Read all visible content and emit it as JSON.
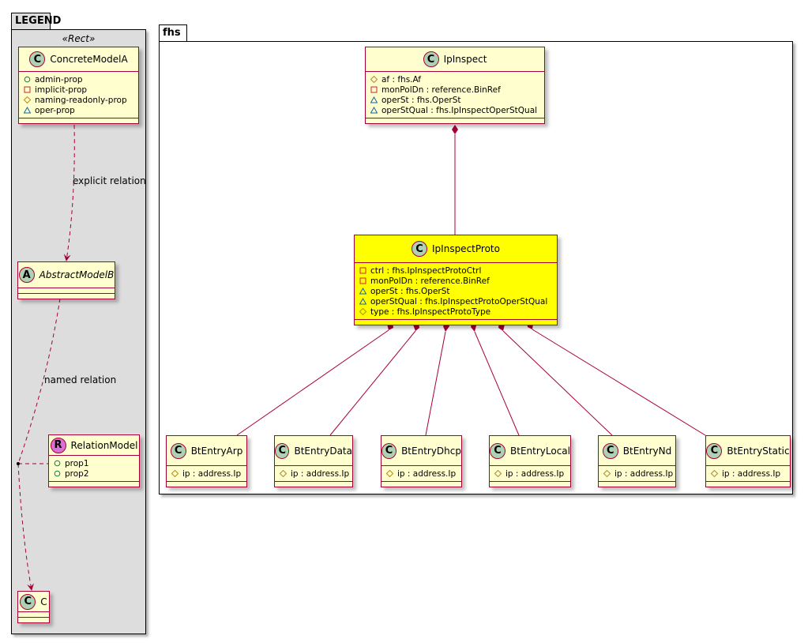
{
  "packages": {
    "legend": {
      "name": "LEGEND",
      "stereotype": "«Rect»"
    },
    "fhs": {
      "name": "fhs"
    }
  },
  "colors": {
    "class_fill": "#FEFECE",
    "highlight_fill": "#FFFF00",
    "border": "#A80036",
    "legend_bg": "#DDDDDD",
    "spot_class": "#ADD1B2",
    "spot_relation": "#DA70D6"
  },
  "visibility_icons": {
    "+": "public-circle-icon",
    "-": "private-square-icon",
    "#": "protected-diamond-icon",
    "~": "package-triangle-icon"
  },
  "classes": [
    {
      "id": "ConcreteModelA",
      "name": "ConcreteModelA",
      "spot": "C",
      "members": [
        {
          "vis": "+",
          "text": "admin-prop"
        },
        {
          "vis": "-",
          "text": "implicit-prop"
        },
        {
          "vis": "#",
          "text": "naming-readonly-prop"
        },
        {
          "vis": "~",
          "text": "oper-prop"
        }
      ]
    },
    {
      "id": "AbstractModelB",
      "name": "AbstractModelB",
      "spot": "A",
      "italic": true,
      "members": []
    },
    {
      "id": "RelationModel",
      "name": "RelationModel",
      "spot": "R",
      "members": [
        {
          "vis": "+",
          "text": "prop1"
        },
        {
          "vis": "+",
          "text": "prop2"
        }
      ]
    },
    {
      "id": "C",
      "name": "C",
      "spot": "C",
      "members": []
    },
    {
      "id": "IpInspect",
      "name": "IpInspect",
      "spot": "C",
      "members": [
        {
          "vis": "#",
          "text": "af : fhs.Af"
        },
        {
          "vis": "-",
          "text": "monPolDn : reference.BinRef"
        },
        {
          "vis": "~",
          "text": "operSt : fhs.OperSt"
        },
        {
          "vis": "~",
          "text": "operStQual : fhs.IpInspectOperStQual"
        }
      ]
    },
    {
      "id": "IpInspectProto",
      "name": "IpInspectProto",
      "spot": "C",
      "highlight": true,
      "members": [
        {
          "vis": "-",
          "text": "ctrl : fhs.IpInspectProtoCtrl"
        },
        {
          "vis": "-",
          "text": "monPolDn : reference.BinRef"
        },
        {
          "vis": "~",
          "text": "operSt : fhs.OperSt"
        },
        {
          "vis": "~",
          "text": "operStQual : fhs.IpInspectProtoOperStQual"
        },
        {
          "vis": "#",
          "text": "type : fhs.IpInspectProtoType"
        }
      ]
    },
    {
      "id": "BtEntryArp",
      "name": "BtEntryArp",
      "spot": "C",
      "members": [
        {
          "vis": "#",
          "text": "ip : address.Ip"
        }
      ]
    },
    {
      "id": "BtEntryData",
      "name": "BtEntryData",
      "spot": "C",
      "members": [
        {
          "vis": "#",
          "text": "ip : address.Ip"
        }
      ]
    },
    {
      "id": "BtEntryDhcp",
      "name": "BtEntryDhcp",
      "spot": "C",
      "members": [
        {
          "vis": "#",
          "text": "ip : address.Ip"
        }
      ]
    },
    {
      "id": "BtEntryLocal",
      "name": "BtEntryLocal",
      "spot": "C",
      "members": [
        {
          "vis": "#",
          "text": "ip : address.Ip"
        }
      ]
    },
    {
      "id": "BtEntryNd",
      "name": "BtEntryNd",
      "spot": "C",
      "members": [
        {
          "vis": "#",
          "text": "ip : address.Ip"
        }
      ]
    },
    {
      "id": "BtEntryStatic",
      "name": "BtEntryStatic",
      "spot": "C",
      "members": [
        {
          "vis": "#",
          "text": "ip : address.Ip"
        }
      ]
    }
  ],
  "relations": {
    "explicit": {
      "label": "explicit relation",
      "from": "ConcreteModelA",
      "to": "AbstractModelB"
    },
    "named": {
      "label": "named relation",
      "from": "AbstractModelB",
      "to": "C",
      "via": "RelationModel"
    },
    "compositions": [
      {
        "from": "IpInspect",
        "to": "IpInspectProto"
      },
      {
        "from": "IpInspectProto",
        "to": "BtEntryArp"
      },
      {
        "from": "IpInspectProto",
        "to": "BtEntryData"
      },
      {
        "from": "IpInspectProto",
        "to": "BtEntryDhcp"
      },
      {
        "from": "IpInspectProto",
        "to": "BtEntryLocal"
      },
      {
        "from": "IpInspectProto",
        "to": "BtEntryNd"
      },
      {
        "from": "IpInspectProto",
        "to": "BtEntryStatic"
      }
    ]
  }
}
